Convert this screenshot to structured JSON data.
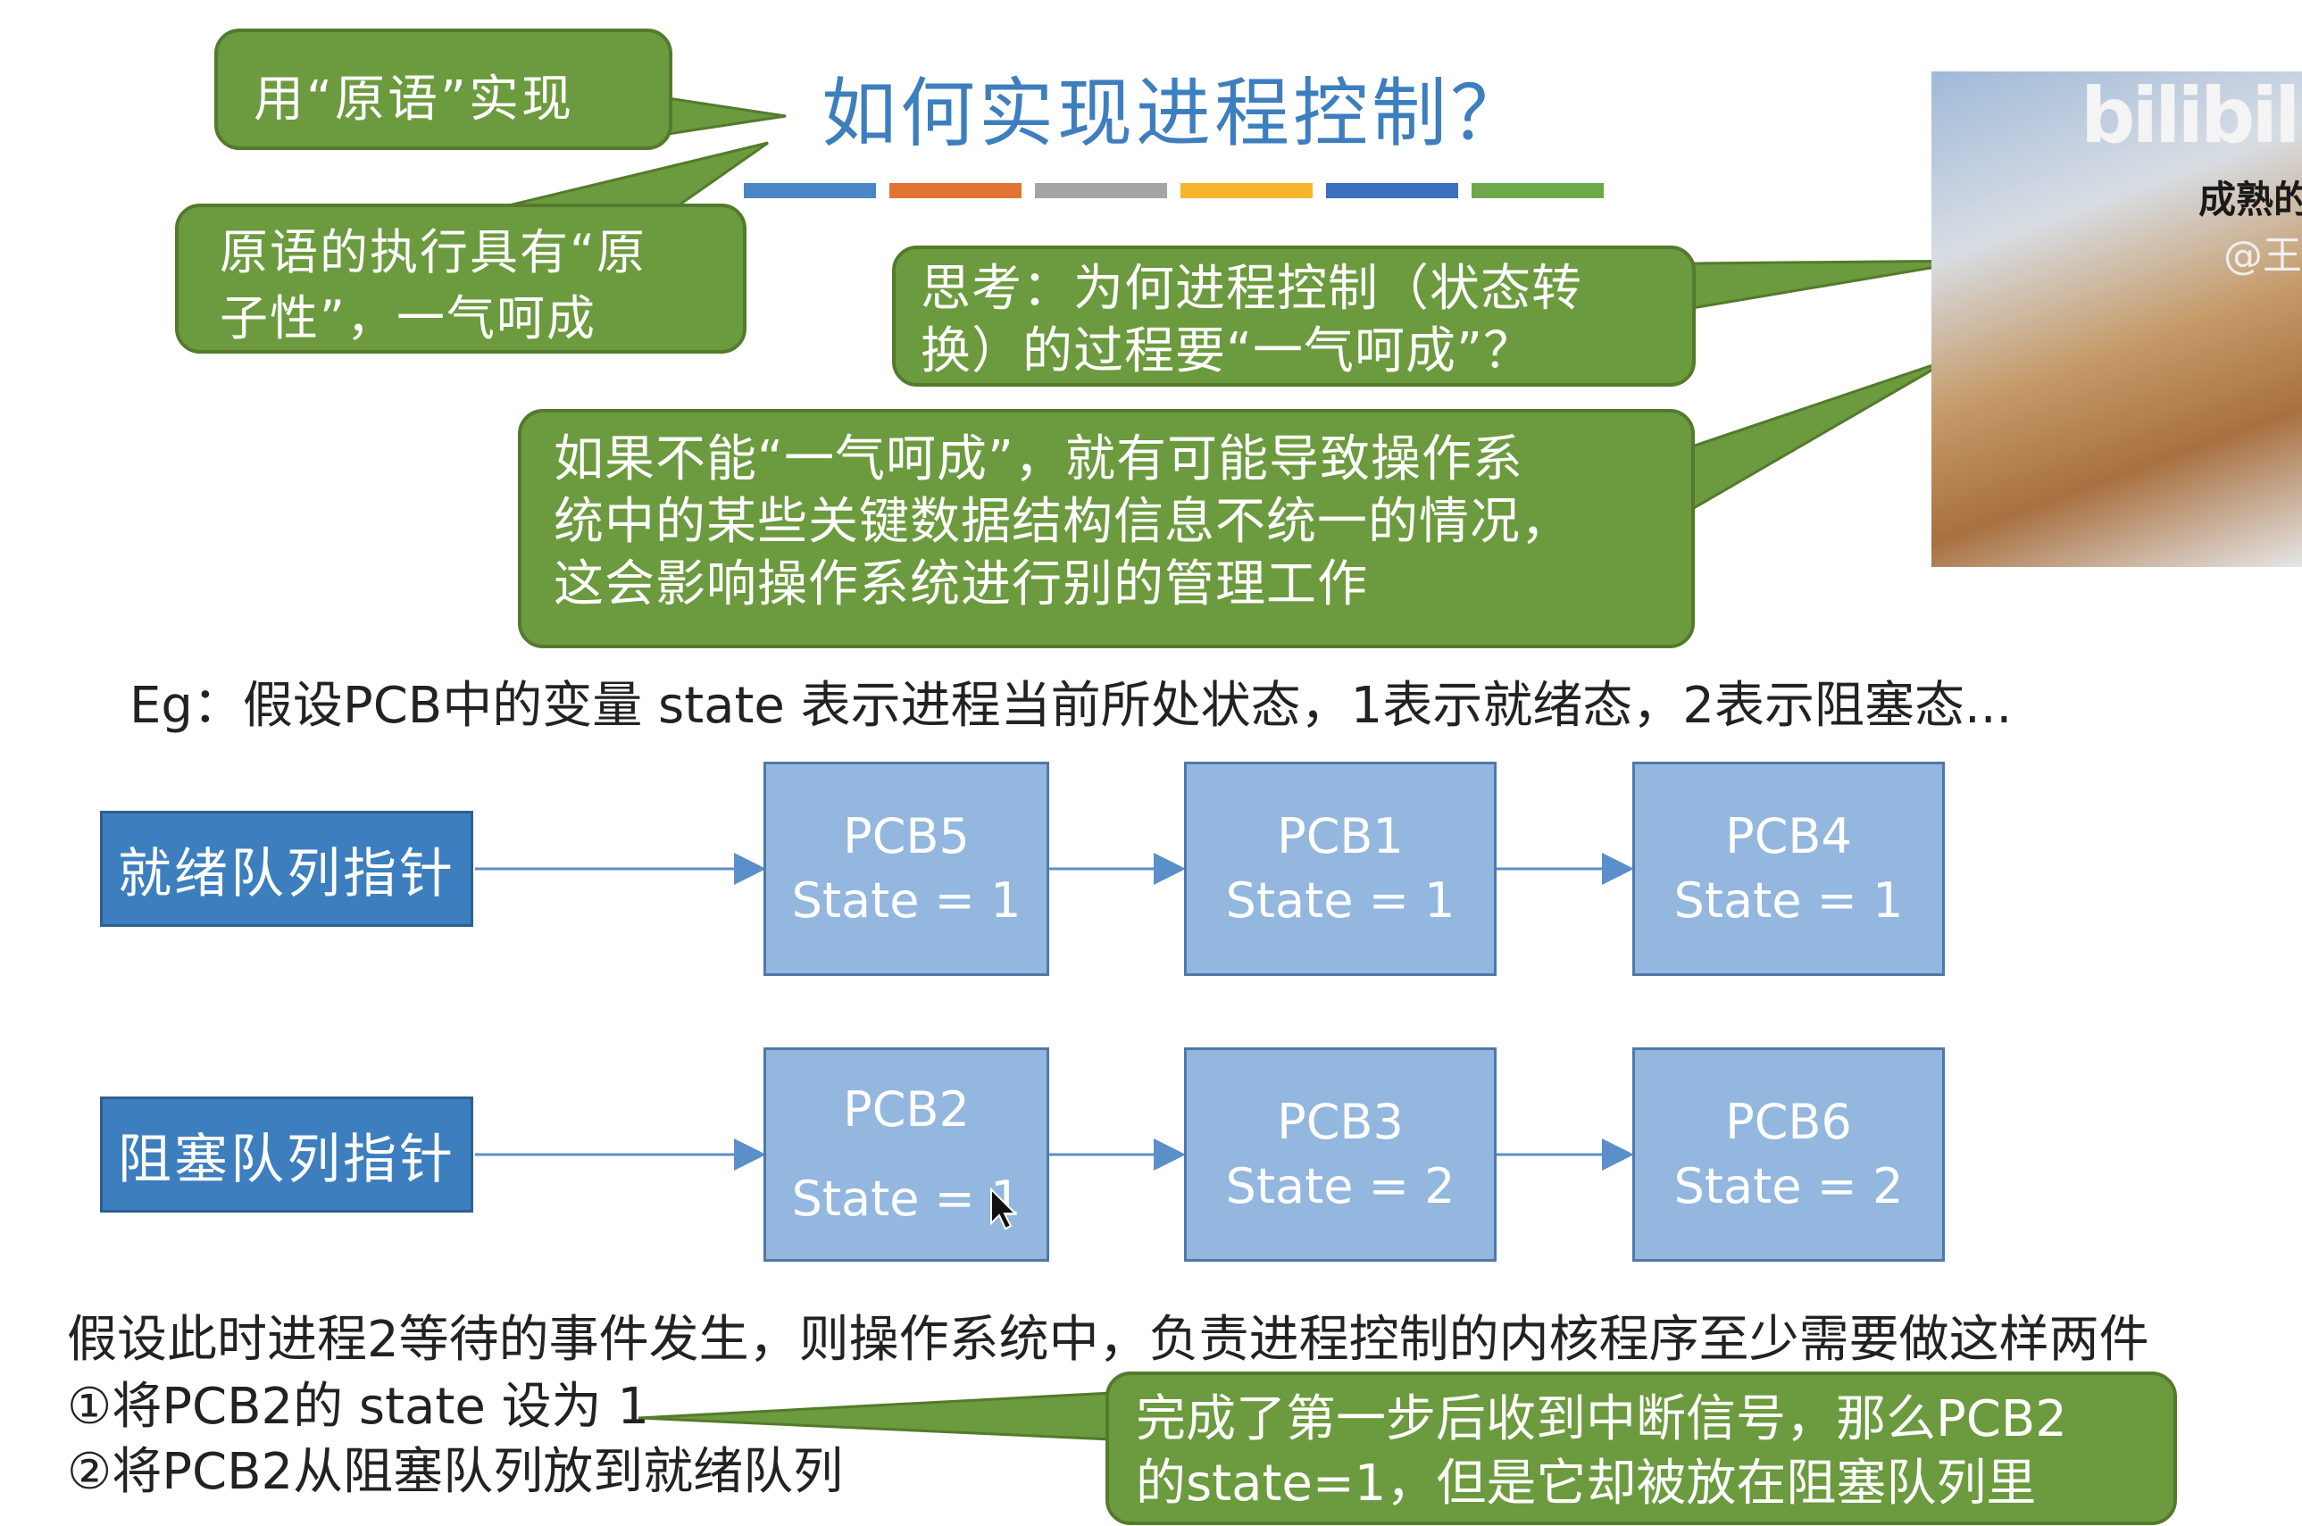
{
  "slide": {
    "title": "如何实现进程控制？",
    "title_bar_colors": [
      "#4a86c5",
      "#e07532",
      "#a5a5a5",
      "#f5b52c",
      "#3b6fc0",
      "#6fa84a"
    ],
    "callouts": {
      "primitive": "用“原语”实现",
      "atomicity": "原语的执行具有“原\n子性”，一气呵成",
      "question": "思考：为何进程控制（状态转\n换）的过程要“一气呵成”？",
      "answer": "如果不能“一气呵成”，就有可能导致操作系\n统中的某些关键数据结构信息不统一的情况，\n这会影响操作系统进行别的管理工作",
      "interrupt": "完成了第一步后收到中断信号，那么PCB2\n的state=1，但是它却被放在阻塞队列里"
    },
    "example": "Eg：假设PCB中的变量 state 表示进程当前所处状态，1表示就绪态，2表示阻塞态...",
    "ready_queue": {
      "label": "就绪队列指针",
      "pcbs": [
        {
          "name": "PCB5",
          "state": "State = 1"
        },
        {
          "name": "PCB1",
          "state": "State = 1"
        },
        {
          "name": "PCB4",
          "state": "State = 1"
        }
      ]
    },
    "blocked_queue": {
      "label": "阻塞队列指针",
      "pcbs": [
        {
          "name": "PCB2",
          "state": "State = 1"
        },
        {
          "name": "PCB3",
          "state": "State = 2"
        },
        {
          "name": "PCB6",
          "state": "State = 2"
        }
      ]
    },
    "scenario": "假设此时进程2等待的事件发生，则操作系统中，负责进程控制的内核程序至少需要做这样两件",
    "step1": "①将PCB2的 state 设为 1",
    "step2": "②将PCB2从阻塞队列放到就绪队列"
  },
  "overlay": {
    "watermark": "bilibili",
    "photo_caption": "成熟的",
    "photo_handle": "@王"
  },
  "colors": {
    "accent_blue": "#3d7ebf",
    "callout_green": "#6c9a3e",
    "pcb_fill": "#93b7df"
  }
}
